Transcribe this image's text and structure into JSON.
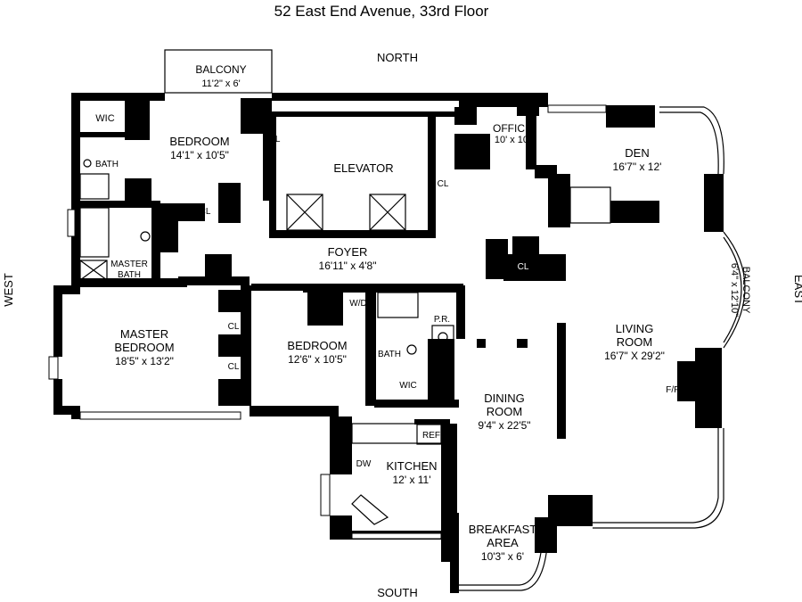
{
  "title": "52 East End Avenue, 33rd Floor",
  "compass": {
    "north": "NORTH",
    "south": "SOUTH",
    "east": "EAST",
    "west": "WEST"
  },
  "rooms": {
    "balcony_north": {
      "name": "BALCONY",
      "dim": "11'2\" x 6'"
    },
    "wic_nw": {
      "name": "WIC"
    },
    "bedroom_north": {
      "name": "BEDROOM",
      "dim": "14'1\" x 10'5\""
    },
    "bath_nw": {
      "name": "BATH"
    },
    "elevator": {
      "name": "ELEVATOR"
    },
    "office": {
      "name": "OFFICE",
      "dim": "10' x 10'"
    },
    "den": {
      "name": "DEN",
      "dim": "16'7\" x 12'"
    },
    "foyer": {
      "name": "FOYER",
      "dim": "16'11\" x 4'8\""
    },
    "master_bath": {
      "name1": "MASTER",
      "name2": "BATH"
    },
    "balcony_east": {
      "name": "BALCONY",
      "dim": "6'4\" x 12'10\""
    },
    "master_bedroom": {
      "name1": "MASTER",
      "name2": "BEDROOM",
      "dim": "18'5\" x 13'2\""
    },
    "bedroom_south": {
      "name": "BEDROOM",
      "dim": "12'6\" x 10'5\""
    },
    "bath_mid": {
      "name": "BATH"
    },
    "wic_mid": {
      "name": "WIC"
    },
    "powder_room": {
      "name": "P.R."
    },
    "wd": {
      "name": "W/D"
    },
    "living_room": {
      "name": "LIVING",
      "name2": "ROOM",
      "dim": "16'7\" X 29'2\""
    },
    "fireplace": {
      "name": "F/P"
    },
    "dining_room": {
      "name": "DINING",
      "name2": "ROOM",
      "dim": "9'4\" x 22'5\""
    },
    "kitchen": {
      "name": "KITCHEN",
      "dim": "12' x 11'"
    },
    "ref": {
      "name": "REF"
    },
    "dw": {
      "name": "DW"
    },
    "breakfast_area": {
      "name": "BREAKFAST",
      "name2": "AREA",
      "dim": "10'3\" x 6'"
    }
  },
  "closet_label": "CL"
}
